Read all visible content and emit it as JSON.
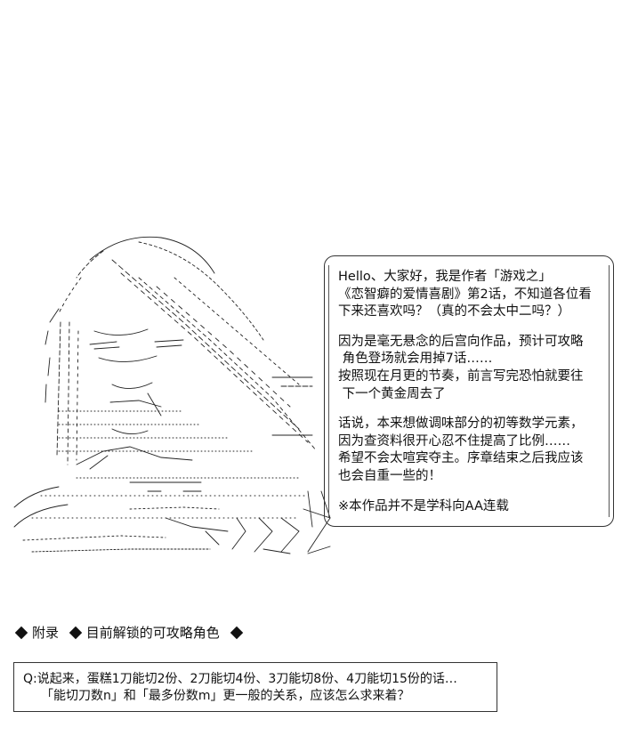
{
  "bubble": {
    "lines_group1": [
      "Hello、大家好，我是作者「游戏之」",
      "《恋智癖的爱情喜剧》第2话，不知道各位看",
      "下来还喜欢吗？（真的不会太中二吗？）"
    ],
    "lines_group2": [
      "因为是毫无悬念的后宫向作品，预计可攻略",
      " 角色登场就会用掉7话……",
      "按照现在月更的节奏，前言写完恐怕就要往",
      " 下一个黄金周去了"
    ],
    "lines_group3": [
      "话说，本来想做调味部分的初等数学元素，",
      "因为查资料很开心忍不住提高了比例……",
      "希望不会太喧宾夺主。序章结束之后我应该",
      "也会自重一些的！"
    ],
    "lines_group4": [
      "※本作品并不是学科向AA连载"
    ]
  },
  "appendix": {
    "label": "附录",
    "text": "目前解锁的可攻略角色"
  },
  "question": {
    "line1": "Q:说起来，蛋糕1刀能切2份、2刀能切4份、3刀能切8份、4刀能切15份的话…",
    "line2": "「能切刀数n」和「最多份数m」更一般的关系，应该怎么求来着？"
  }
}
